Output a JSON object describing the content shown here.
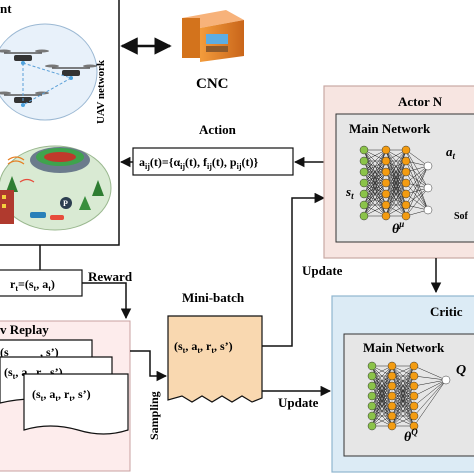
{
  "environment": {
    "title_fragment": "nt",
    "uav_label": "UAV network"
  },
  "cnc": {
    "label": "CNC"
  },
  "action": {
    "label": "Action",
    "formula_lhs": "a",
    "formula_lhs_sub": "ij",
    "formula_body": "(t)={α",
    "formula_alpha_sub": "ij",
    "formula_mid1": "(t), f",
    "formula_f_sub": "ij",
    "formula_mid2": "(t), p",
    "formula_p_sub": "ij",
    "formula_end": "(t)}"
  },
  "reward": {
    "label": "Reward",
    "formula_r": "r",
    "formula_r_sub": "t",
    "formula_mid": "=(s",
    "formula_s_sub": "t",
    "formula_sep": ", a",
    "formula_a_sub": "t",
    "formula_end": ")"
  },
  "replay": {
    "title_fragment": "v Replay",
    "row1": "(s",
    "row1_rest": ", s’)",
    "row2_rest": "s’)",
    "row3_open": "(s",
    "row3_t1": "t",
    "row3_a": ", a",
    "row3_t2": "t",
    "row3_r": ", r",
    "row3_t3": "t",
    "row3_end": ", s’)"
  },
  "minibatch": {
    "label": "Mini-batch",
    "open": "(s",
    "t1": "t",
    "a": ", a",
    "t2": "t",
    "r": ", r",
    "t3": "t",
    "end": ", s’)"
  },
  "sampling_label": "Sampling",
  "update_top_label": "Update",
  "update_bottom_label": "Update",
  "actor": {
    "title_fragment": "Actor N",
    "main_network": "Main Network",
    "output_a": "a",
    "output_a_sub": "t",
    "input_s": "s",
    "input_s_sub": "t",
    "theta": "θ",
    "theta_sup": "μ",
    "softmax_fragment": "Sof"
  },
  "critic": {
    "title_fragment": "Critic",
    "main_network": "Main Network",
    "output_q": "Q",
    "theta": "θ",
    "theta_sup": "Q"
  },
  "colors": {
    "actor_bg": "#f7e5e1",
    "actor_border": "#c9a9a4",
    "critic_bg": "#dcebf5",
    "critic_border": "#8fb6cf",
    "minibatch_fill": "#f9d8b0",
    "node_green": "#8bc34a",
    "node_orange": "#f39c12",
    "arrow_red": "#c0392b",
    "cnc_orange": "#e67e22"
  }
}
